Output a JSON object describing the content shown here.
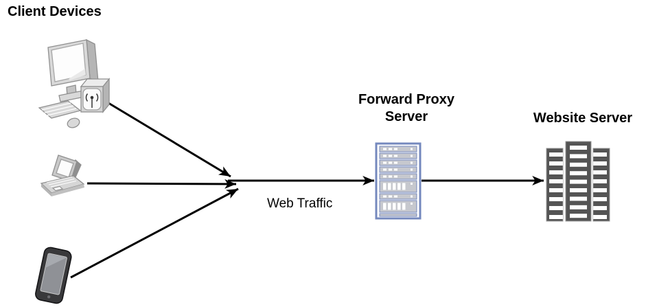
{
  "diagram": {
    "labels": {
      "client_devices": "Client Devices",
      "forward_proxy_lines": [
        "Forward Proxy",
        "Server"
      ],
      "website_server": "Website Server",
      "web_traffic": "Web Traffic"
    },
    "nodes": [
      {
        "id": "desktop",
        "type": "desktop-computer",
        "group": "Client Devices"
      },
      {
        "id": "laptop",
        "type": "laptop",
        "group": "Client Devices"
      },
      {
        "id": "smartphone",
        "type": "smartphone",
        "group": "Client Devices"
      },
      {
        "id": "forward-proxy-server",
        "type": "server-rack",
        "label": "Forward Proxy Server"
      },
      {
        "id": "website-server",
        "type": "server-towers",
        "label": "Website Server"
      }
    ],
    "edges": [
      {
        "from": "desktop",
        "to": "junction"
      },
      {
        "from": "laptop",
        "to": "junction"
      },
      {
        "from": "smartphone",
        "to": "junction"
      },
      {
        "from": "junction",
        "to": "forward-proxy-server",
        "label": "Web Traffic"
      },
      {
        "from": "forward-proxy-server",
        "to": "website-server"
      }
    ],
    "colors": {
      "background": "#ffffff",
      "text": "#000000",
      "arrow": "#000000",
      "proxy_frame_blue": "#7589be",
      "proxy_slat_gray": "#c6c8ce",
      "proxy_detail_white": "#ffffff",
      "website_tower_gray": "#545454",
      "website_tower_outline": "#9a9a9a",
      "client_device_gray": "#d4d4d4"
    }
  }
}
